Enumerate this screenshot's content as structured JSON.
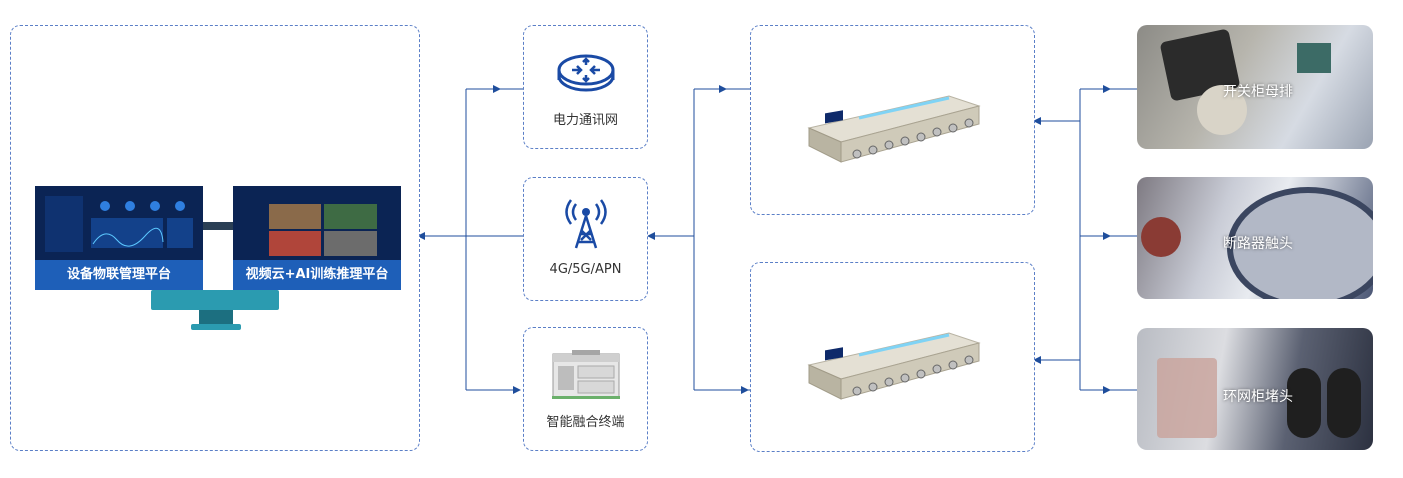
{
  "platform": {
    "device_iot_label": "设备物联管理平台",
    "video_ai_label": "视频云+AI训练推理平台"
  },
  "networks": [
    {
      "label": "电力通讯网",
      "icon": "router-icon"
    },
    {
      "label": "4G/5G/APN",
      "icon": "cell-tower-icon"
    },
    {
      "label": "智能融合终端",
      "icon": "terminal-device-icon"
    }
  ],
  "sensors": [
    {
      "label": "开关柜母排"
    },
    {
      "label": "断路器触头"
    },
    {
      "label": "环网柜堵头"
    }
  ],
  "colors": {
    "border": "#5b7fc7",
    "line": "#1f4e9c",
    "bar": "#1e5fb8"
  }
}
